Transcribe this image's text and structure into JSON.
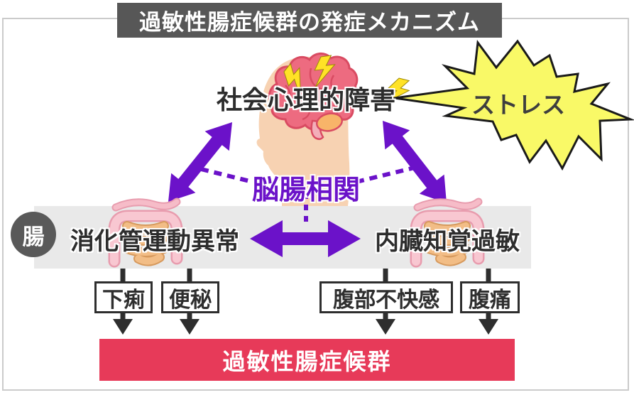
{
  "title": "過敏性腸症候群の発症メカニズム",
  "brain_node": {
    "label": "社会心理的障害"
  },
  "stress_node": {
    "label": "ストレス"
  },
  "axis_node": {
    "label": "脳腸相関"
  },
  "gut": {
    "badge": "腸",
    "left_label": "消化管運動異常",
    "right_label": "内臓知覚過敏"
  },
  "symptoms": [
    {
      "label": "下痢"
    },
    {
      "label": "便秘"
    },
    {
      "label": "腹部不快感"
    },
    {
      "label": "腹痛"
    }
  ],
  "outcome": {
    "label": "過敏性腸症候群"
  },
  "colors": {
    "accent_purple": "#6b12c9",
    "banner_red": "#e73a59",
    "starburst_yellow": "#f9f967",
    "title_gray": "#575757",
    "band_gray": "#e9e9e9",
    "badge_gray": "#595959",
    "brain_pink": "#ed6b80",
    "skin": "#f7d2b2"
  }
}
